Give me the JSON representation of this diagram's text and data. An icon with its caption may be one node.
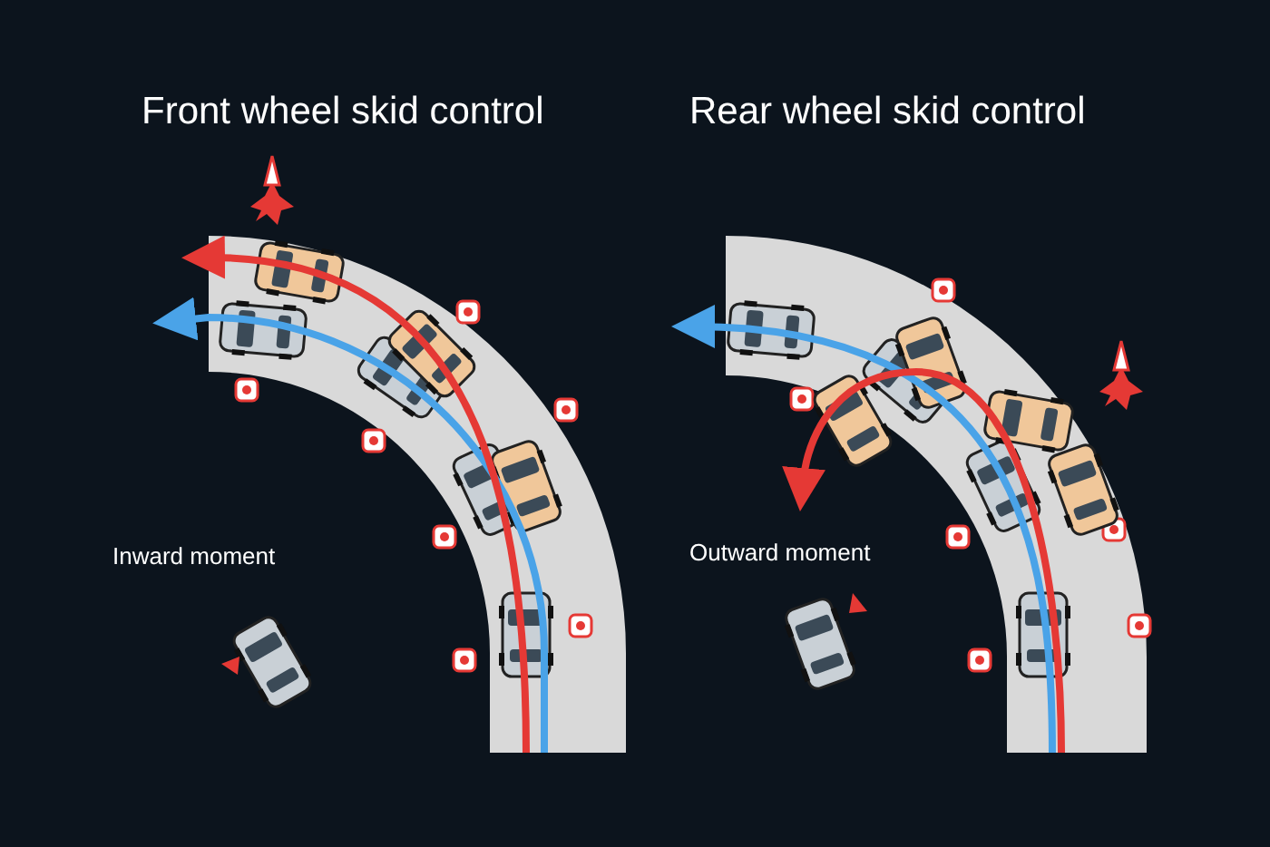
{
  "diagram": {
    "labels": [
      "Front wheel skid control",
      "Rear wheel skid control",
      "Inward moment",
      "Outward moment"
    ]
  }
}
